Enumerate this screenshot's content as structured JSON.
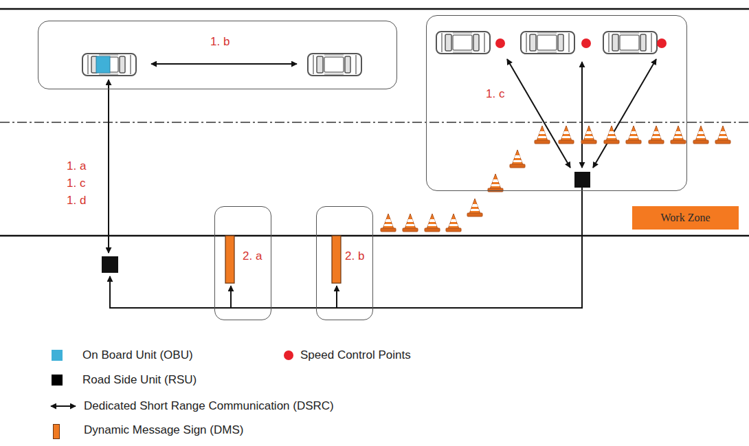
{
  "diagram": {
    "nodes": [
      {
        "text": [
          "1. b"
        ]
      },
      {
        "text": [
          "1. c"
        ]
      },
      {
        "text": [
          "2. a"
        ]
      },
      {
        "text": [
          "2. b"
        ]
      },
      {
        "text": [
          "Work Zone"
        ]
      }
    ],
    "labels": [
      "1. a",
      "1. c",
      "1. d"
    ],
    "legend": [
      {
        "text": "On Board Unit (OBU)",
        "color": "#3fb0d8"
      },
      {
        "text": "Speed Control Points",
        "color": "#e8202a"
      },
      {
        "text": "Road Side Unit (RSU)",
        "color": "#000000"
      },
      {
        "text": "Dedicated Short Range Communication (DSRC)"
      },
      {
        "text": "Dynamic Message Sign (DMS)",
        "color": "#f07a22"
      }
    ]
  }
}
